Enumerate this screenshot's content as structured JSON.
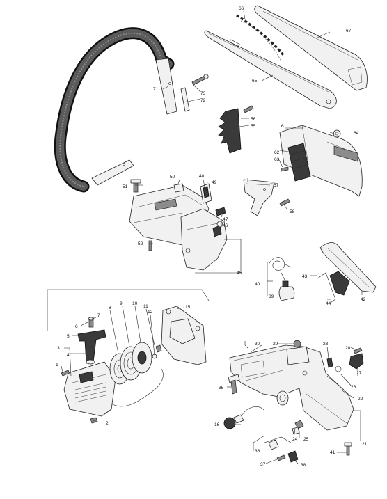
{
  "callouts": {
    "c1": "1",
    "c2": "2",
    "c3": "3",
    "c4": "4",
    "c5": "5",
    "c6": "6",
    "c7": "7",
    "c8": "8",
    "c9": "9",
    "c10": "10",
    "c11": "11",
    "c12": "12",
    "c15": "15",
    "c16": "16",
    "c21": "21",
    "c22": "22",
    "c23": "23",
    "c24": "24",
    "c25": "25",
    "c26": "26",
    "c27": "27",
    "c28": "28",
    "c29": "29",
    "c30": "30",
    "c35": "35",
    "c36": "36",
    "c37": "37",
    "c38": "38",
    "c39": "39",
    "c40": "40",
    "c41": "41",
    "c42": "42",
    "c43": "43",
    "c44": "44",
    "c45": "45",
    "c46": "46",
    "c47": "47",
    "c48": "48",
    "c49": "49",
    "c50": "50",
    "c51": "51",
    "c52": "52",
    "c55": "55",
    "c56": "56",
    "c57": "57",
    "c58": "58",
    "c61": "61",
    "c62": "62",
    "c63": "63",
    "c64": "64",
    "c65": "65",
    "c66": "66",
    "c67": "67",
    "c71": "71",
    "c72": "72",
    "c73": "73"
  }
}
